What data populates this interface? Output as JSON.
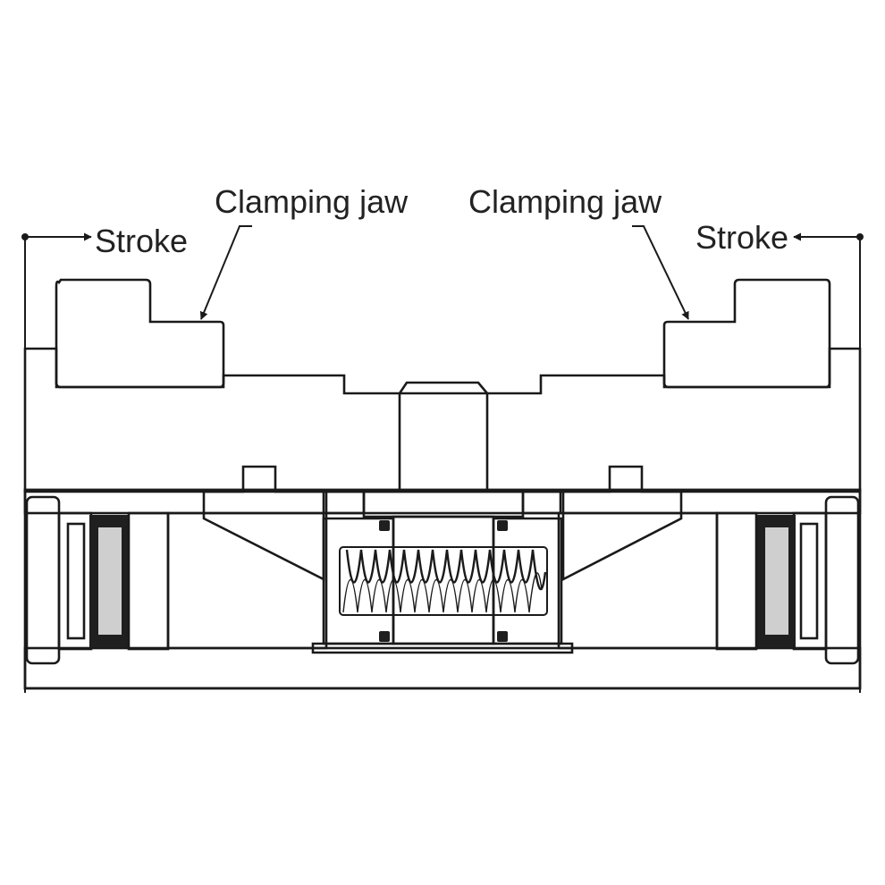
{
  "labels": {
    "stroke_left": "Stroke",
    "stroke_right": "Stroke",
    "jaw_left": "Clamping jaw",
    "jaw_right": "Clamping jaw"
  },
  "colors": {
    "background": "#ffffff",
    "body_light": "#ececec",
    "jaw": "#a9a9a9",
    "piston": "#c6c6c6",
    "wedge": "#6e6e6e",
    "seal": "#1f1f1f",
    "outline": "#1a1a1a"
  }
}
